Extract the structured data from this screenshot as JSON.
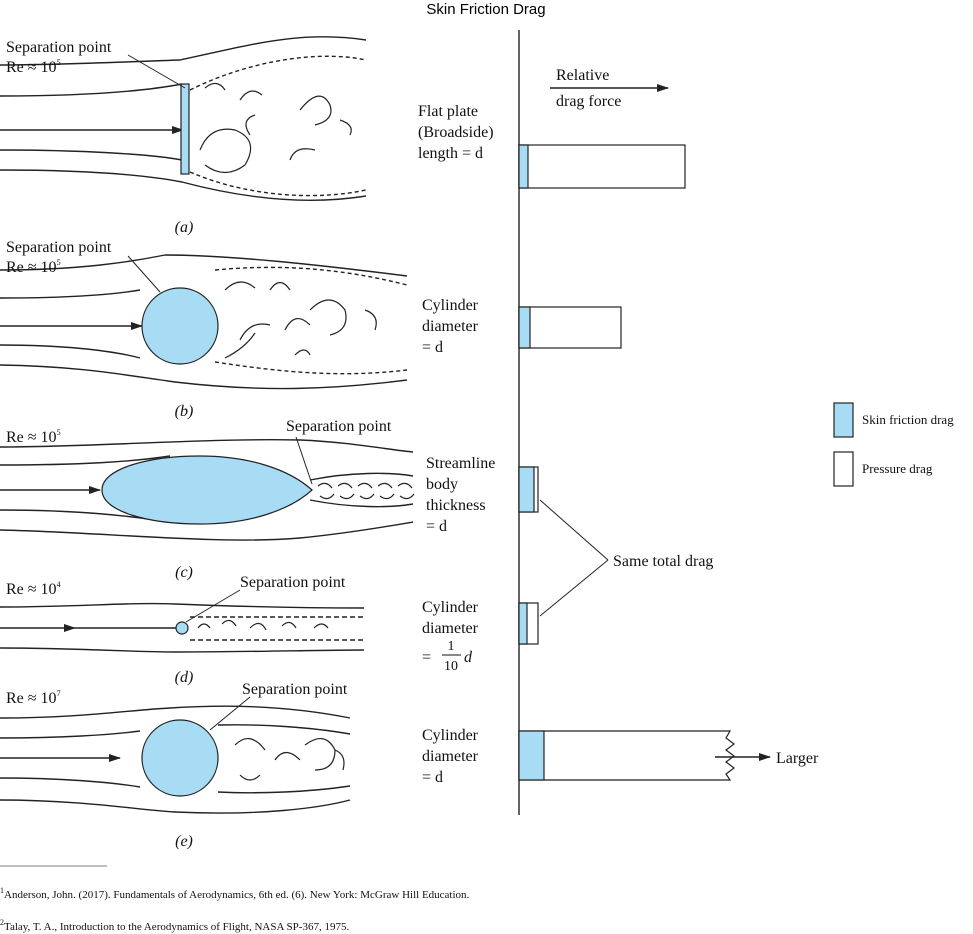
{
  "title": "Skin Friction Drag",
  "colors": {
    "skin_friction": "#a8dcf5",
    "pressure": "#ffffff",
    "line": "#222222"
  },
  "axis_label": [
    "Relative",
    "drag force"
  ],
  "panels": [
    {
      "id": "a",
      "caption": "(a)",
      "reynolds_base": "Re ≈ 10",
      "reynolds_exp": "5",
      "separation": "Separation point",
      "body": [
        "Flat plate",
        "(Broadside)",
        "length = d"
      ]
    },
    {
      "id": "b",
      "caption": "(b)",
      "reynolds_base": "Re ≈ 10",
      "reynolds_exp": "5",
      "separation": "Separation point",
      "body": [
        "Cylinder",
        "diameter",
        "= d"
      ]
    },
    {
      "id": "c",
      "caption": "(c)",
      "reynolds_base": "Re ≈ 10",
      "reynolds_exp": "5",
      "separation": "Separation point",
      "body": [
        "Streamline",
        "body",
        "thickness",
        "= d"
      ]
    },
    {
      "id": "d",
      "caption": "(d)",
      "reynolds_base": "Re ≈ 10",
      "reynolds_exp": "4",
      "separation": "Separation point",
      "body": [
        "Cylinder",
        "diameter"
      ],
      "fraction_prefix": "=",
      "fraction_num": "1",
      "fraction_den": "10",
      "fraction_suffix": "d"
    },
    {
      "id": "e",
      "caption": "(e)",
      "reynolds_base": "Re ≈ 10",
      "reynolds_exp": "7",
      "separation": "Separation point",
      "body": [
        "Cylinder",
        "diameter",
        "= d"
      ]
    }
  ],
  "annotations": {
    "same_total": "Same total drag",
    "larger": "Larger"
  },
  "legend": [
    {
      "label": "Skin friction drag",
      "color": "#a8dcf5"
    },
    {
      "label": "Pressure drag",
      "color": "#ffffff"
    }
  ],
  "footnotes": [
    {
      "mark": "1",
      "text": "Anderson, John. (2017). Fundamentals of Aerodynamics, 6th ed. (6). New York: McGraw Hill Education."
    },
    {
      "mark": "2",
      "text": "Talay, T. A., Introduction to the Aerodynamics of Flight, NASA SP-367, 1975."
    }
  ]
}
